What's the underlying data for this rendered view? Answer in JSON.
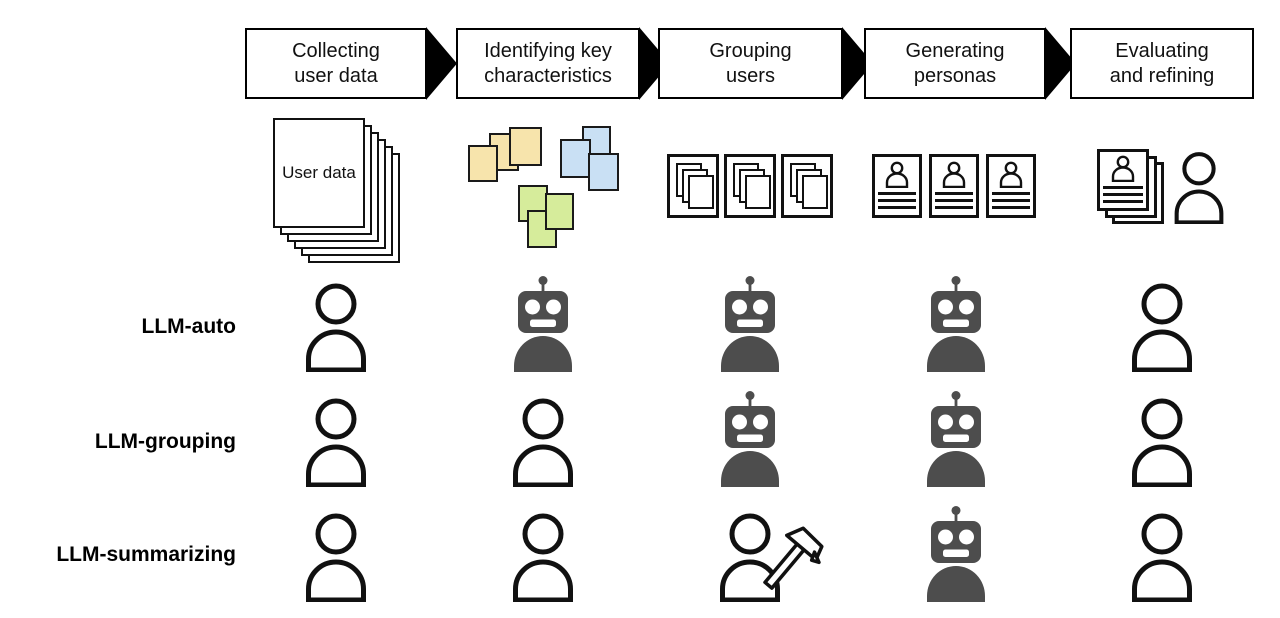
{
  "stages": [
    {
      "line1": "Collecting",
      "line2": "user data"
    },
    {
      "line1": "Identifying key",
      "line2": "characteristics"
    },
    {
      "line1": "Grouping",
      "line2": "users"
    },
    {
      "line1": "Generating",
      "line2": "personas"
    },
    {
      "line1": "Evaluating",
      "line2": "and refining"
    }
  ],
  "user_data_stack": {
    "label": "User data"
  },
  "rows": [
    {
      "label": "LLM-auto",
      "icons": [
        "human",
        "robot",
        "robot",
        "robot",
        "human"
      ]
    },
    {
      "label": "LLM-grouping",
      "icons": [
        "human",
        "human",
        "robot",
        "robot",
        "human"
      ]
    },
    {
      "label": "LLM-summarizing",
      "icons": [
        "human",
        "human",
        "human-hammer",
        "robot",
        "human"
      ]
    }
  ],
  "colors": {
    "orange_fill": "#F7E4AC",
    "blue_fill": "#C9E0F4",
    "green_fill": "#D6EC9B",
    "orange_border": "#F2C84E",
    "blue_border": "#A9CBEE",
    "green_border": "#9CCB5B",
    "robot": "#4D4D4D",
    "outline": "#111111"
  }
}
